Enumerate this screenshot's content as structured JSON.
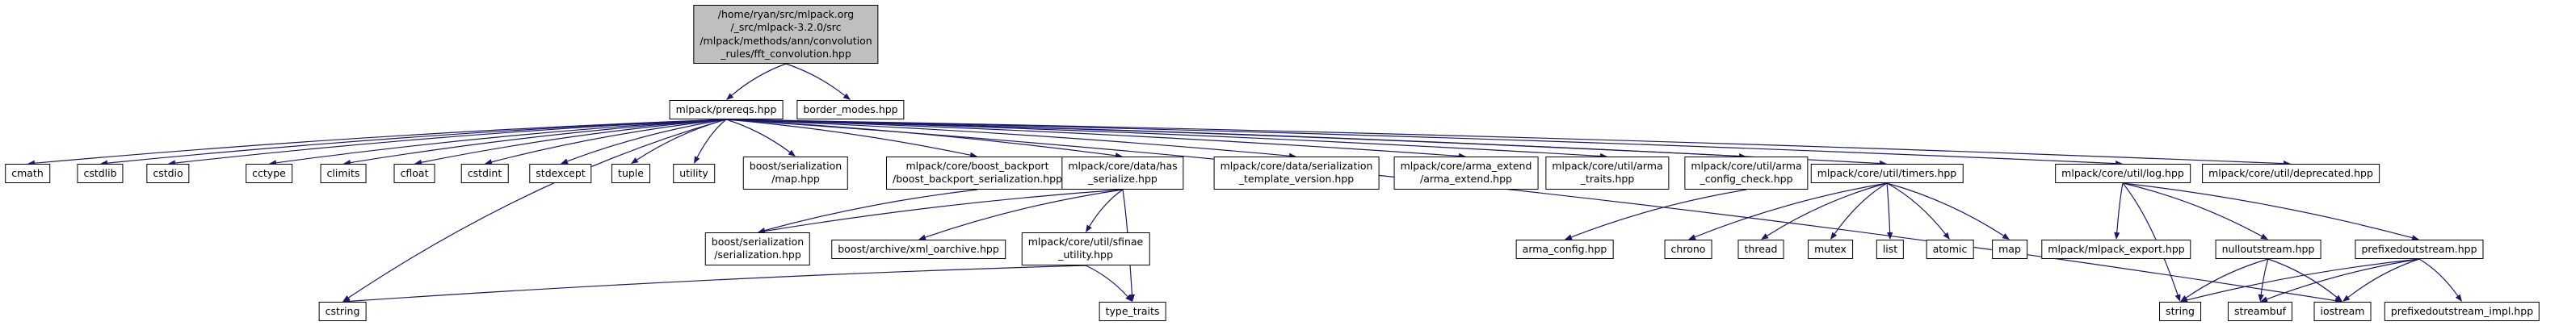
{
  "colors": {
    "edge": "#191970",
    "node_border": "#000000",
    "node_fill": "#ffffff",
    "root_fill": "#bfbfbf"
  },
  "nodes": {
    "root": {
      "label": "/home/ryan/src/mlpack.org\n/_src/mlpack-3.2.0/src\n/mlpack/methods/ann/convolution\n_rules/fft_convolution.hpp"
    },
    "prereqs": {
      "label": "mlpack/prereqs.hpp"
    },
    "border_modes": {
      "label": "border_modes.hpp"
    },
    "cmath": {
      "label": "cmath"
    },
    "cstdlib": {
      "label": "cstdlib"
    },
    "cstdio": {
      "label": "cstdio"
    },
    "cctype": {
      "label": "cctype"
    },
    "climits": {
      "label": "climits"
    },
    "cfloat": {
      "label": "cfloat"
    },
    "cstdint": {
      "label": "cstdint"
    },
    "stdexcept": {
      "label": "stdexcept"
    },
    "tuple": {
      "label": "tuple"
    },
    "utility": {
      "label": "utility"
    },
    "boost_map": {
      "label": "boost/serialization\n/map.hpp"
    },
    "boost_backport": {
      "label": "mlpack/core/boost_backport\n/boost_backport_serialization.hpp"
    },
    "has_serialize": {
      "label": "mlpack/core/data/has\n_serialize.hpp"
    },
    "ser_template_version": {
      "label": "mlpack/core/data/serialization\n_template_version.hpp"
    },
    "arma_extend": {
      "label": "mlpack/core/arma_extend\n/arma_extend.hpp"
    },
    "arma_traits": {
      "label": "mlpack/core/util/arma\n_traits.hpp"
    },
    "arma_config_check": {
      "label": "mlpack/core/util/arma\n_config_check.hpp"
    },
    "timers": {
      "label": "mlpack/core/util/timers.hpp"
    },
    "log": {
      "label": "mlpack/core/util/log.hpp"
    },
    "deprecated": {
      "label": "mlpack/core/util/deprecated.hpp"
    },
    "boost_serialization": {
      "label": "boost/serialization\n/serialization.hpp"
    },
    "xml_oarchive": {
      "label": "boost/archive/xml_oarchive.hpp"
    },
    "sfinae_utility": {
      "label": "mlpack/core/util/sfinae\n_utility.hpp"
    },
    "arma_config": {
      "label": "arma_config.hpp"
    },
    "chrono": {
      "label": "chrono"
    },
    "thread": {
      "label": "thread"
    },
    "mutex": {
      "label": "mutex"
    },
    "list": {
      "label": "list"
    },
    "atomic": {
      "label": "atomic"
    },
    "map": {
      "label": "map"
    },
    "mlpack_export": {
      "label": "mlpack/mlpack_export.hpp"
    },
    "nulloutstream": {
      "label": "nulloutstream.hpp"
    },
    "prefixedoutstream": {
      "label": "prefixedoutstream.hpp"
    },
    "cstring": {
      "label": "cstring"
    },
    "type_traits": {
      "label": "type_traits"
    },
    "string": {
      "label": "string"
    },
    "streambuf": {
      "label": "streambuf"
    },
    "iostream": {
      "label": "iostream"
    },
    "prefixedoutstream_impl": {
      "label": "prefixedoutstream_impl.hpp"
    }
  },
  "edges": [
    [
      "root",
      "prereqs"
    ],
    [
      "root",
      "border_modes"
    ],
    [
      "prereqs",
      "cmath"
    ],
    [
      "prereqs",
      "cstdlib"
    ],
    [
      "prereqs",
      "cstdio"
    ],
    [
      "prereqs",
      "cctype"
    ],
    [
      "prereqs",
      "climits"
    ],
    [
      "prereqs",
      "cfloat"
    ],
    [
      "prereqs",
      "cstdint"
    ],
    [
      "prereqs",
      "stdexcept"
    ],
    [
      "prereqs",
      "tuple"
    ],
    [
      "prereqs",
      "utility"
    ],
    [
      "prereqs",
      "boost_map"
    ],
    [
      "prereqs",
      "boost_backport"
    ],
    [
      "prereqs",
      "has_serialize"
    ],
    [
      "prereqs",
      "ser_template_version"
    ],
    [
      "prereqs",
      "arma_extend"
    ],
    [
      "prereqs",
      "arma_traits"
    ],
    [
      "prereqs",
      "arma_config_check"
    ],
    [
      "prereqs",
      "timers"
    ],
    [
      "prereqs",
      "log"
    ],
    [
      "prereqs",
      "deprecated"
    ],
    [
      "prereqs",
      "cstring"
    ],
    [
      "prereqs",
      "iostream"
    ],
    [
      "boost_backport",
      "boost_serialization"
    ],
    [
      "has_serialize",
      "boost_serialization"
    ],
    [
      "has_serialize",
      "xml_oarchive"
    ],
    [
      "has_serialize",
      "sfinae_utility"
    ],
    [
      "has_serialize",
      "type_traits"
    ],
    [
      "sfinae_utility",
      "type_traits"
    ],
    [
      "sfinae_utility",
      "cstring"
    ],
    [
      "arma_config_check",
      "arma_config"
    ],
    [
      "timers",
      "chrono"
    ],
    [
      "timers",
      "thread"
    ],
    [
      "timers",
      "mutex"
    ],
    [
      "timers",
      "list"
    ],
    [
      "timers",
      "atomic"
    ],
    [
      "timers",
      "map"
    ],
    [
      "log",
      "mlpack_export"
    ],
    [
      "log",
      "nulloutstream"
    ],
    [
      "log",
      "prefixedoutstream"
    ],
    [
      "log",
      "string"
    ],
    [
      "nulloutstream",
      "string"
    ],
    [
      "nulloutstream",
      "streambuf"
    ],
    [
      "nulloutstream",
      "iostream"
    ],
    [
      "prefixedoutstream",
      "string"
    ],
    [
      "prefixedoutstream",
      "streambuf"
    ],
    [
      "prefixedoutstream",
      "iostream"
    ],
    [
      "prefixedoutstream",
      "prefixedoutstream_impl"
    ]
  ]
}
